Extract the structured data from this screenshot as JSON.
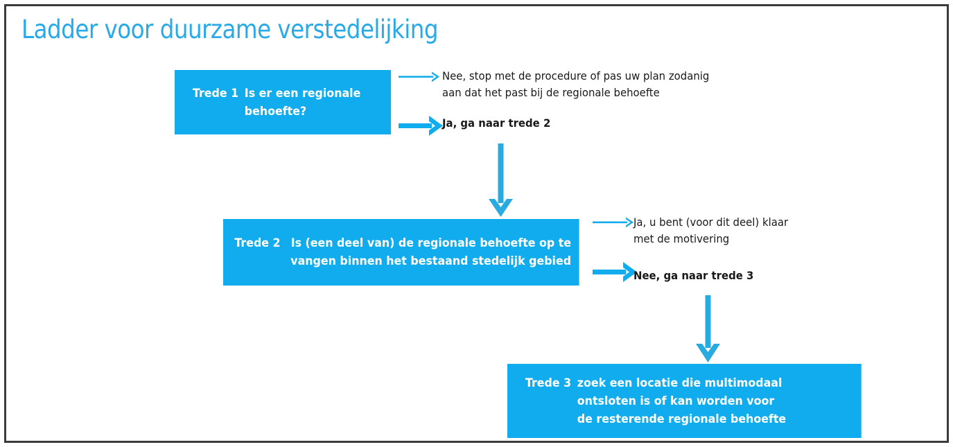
{
  "page": {
    "title": "Ladder voor duurzame verstedelijking",
    "border_color": "#3b3b3b",
    "background": "#ffffff",
    "title_color": "#2AA9E8",
    "accent_color": "#10ACED"
  },
  "diagram": {
    "type": "flowchart",
    "steps": [
      {
        "id": "trede-1",
        "label": "Trede 1",
        "lines": [
          "Is er een regionale",
          "behoefte?"
        ],
        "outcomes": [
          {
            "id": "trede-1-no",
            "emphasis": "normal",
            "arrow": "thin",
            "lines": [
              "Nee, stop met de procedure of pas uw plan zodanig",
              "aan dat het past bij de regionale behoefte"
            ]
          },
          {
            "id": "trede-1-yes",
            "emphasis": "bold",
            "arrow": "thick",
            "lines": [
              "Ja, ga naar trede 2"
            ]
          }
        ]
      },
      {
        "id": "trede-2",
        "label": "Trede 2",
        "lines": [
          "Is (een deel van) de regionale behoefte op te",
          "vangen binnen het bestaand stedelijk gebied"
        ],
        "outcomes": [
          {
            "id": "trede-2-yes",
            "emphasis": "normal",
            "arrow": "thin",
            "lines": [
              "Ja, u bent (voor dit deel) klaar",
              "met de motivering"
            ]
          },
          {
            "id": "trede-2-no",
            "emphasis": "bold",
            "arrow": "thick",
            "lines": [
              "Nee, ga naar trede 3"
            ]
          }
        ]
      },
      {
        "id": "trede-3",
        "label": "Trede 3",
        "lines": [
          "zoek een locatie die multimodaal",
          "ontsloten is of kan worden voor",
          "de resterende regionale behoefte"
        ],
        "outcomes": []
      }
    ],
    "connectors": [
      {
        "id": "connector-trede1-to-trede2",
        "icon": "arrow-down-icon",
        "from": "trede-1",
        "to": "trede-2"
      },
      {
        "id": "connector-trede2-to-trede3",
        "icon": "arrow-down-icon",
        "from": "trede-2",
        "to": "trede-3"
      }
    ]
  }
}
